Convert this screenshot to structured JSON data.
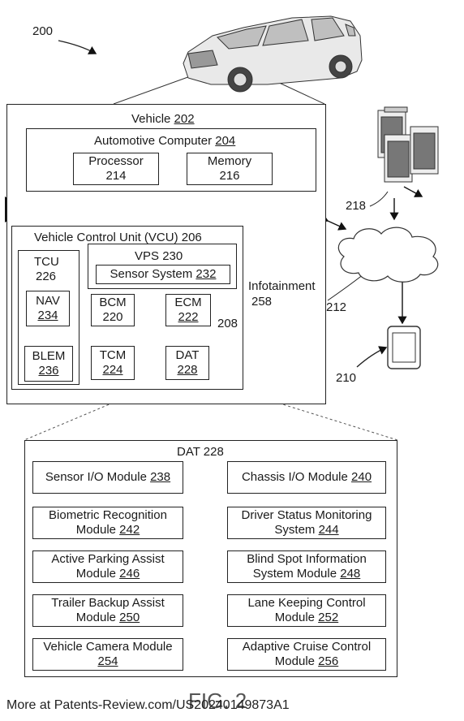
{
  "figure_ref": "200",
  "vehicle": {
    "label": "Vehicle",
    "num": "202"
  },
  "automotive_computer": {
    "label": "Automotive Computer",
    "num": "204"
  },
  "processor": {
    "label": "Processor",
    "num": "214"
  },
  "memory": {
    "label": "Memory",
    "num": "216"
  },
  "vcu": {
    "label": "Vehicle Control Unit (VCU)",
    "num": "206"
  },
  "tcu": {
    "label": "TCU",
    "num": "226"
  },
  "nav": {
    "label": "NAV",
    "num": "234"
  },
  "blem": {
    "label": "BLEM",
    "num": "236"
  },
  "vps": {
    "label": "VPS",
    "num": "230"
  },
  "sensor_system": {
    "label": "Sensor System",
    "num": "232"
  },
  "bcm": {
    "label": "BCM",
    "num": "220"
  },
  "ecm": {
    "label": "ECM",
    "num": "222"
  },
  "tcm": {
    "label": "TCM",
    "num": "224"
  },
  "dat_small": {
    "label": "DAT",
    "num": "228"
  },
  "bus_ref": "208",
  "infotainment": {
    "label": "Infotainment",
    "num": "258"
  },
  "server_ref": "218",
  "network_ref": "212",
  "device_ref": "210",
  "dat": {
    "title": "DAT",
    "num": "228",
    "modules": [
      {
        "line1": "Sensor I/O Module",
        "line2": "",
        "num": "238"
      },
      {
        "line1": "Chassis I/O Module",
        "line2": "",
        "num": "240"
      },
      {
        "line1": "Biometric Recognition",
        "line2": "Module",
        "num": "242"
      },
      {
        "line1": "Driver Status Monitoring",
        "line2": "System",
        "num": "244"
      },
      {
        "line1": "Active Parking Assist",
        "line2": "Module",
        "num": "246"
      },
      {
        "line1": "Blind Spot Information",
        "line2": "System Module",
        "num": "248"
      },
      {
        "line1": "Trailer Backup Assist",
        "line2": "Module",
        "num": "250"
      },
      {
        "line1": "Lane Keeping Control",
        "line2": "Module",
        "num": "252"
      },
      {
        "line1": "Vehicle Camera Module",
        "line2": "",
        "num": "254"
      },
      {
        "line1": "Adaptive Cruise Control",
        "line2": "Module",
        "num": "256"
      }
    ]
  },
  "fig_label": "FIG. 2",
  "footer": "More at Patents-Review.com/US20240149873A1"
}
